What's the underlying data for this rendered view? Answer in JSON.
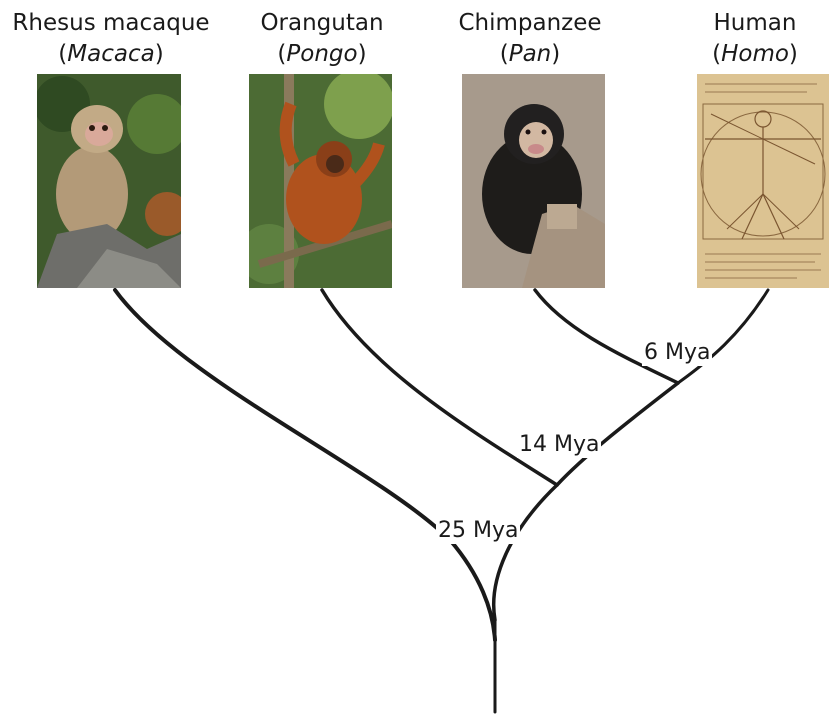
{
  "taxa": [
    {
      "common": "Rhesus macaque",
      "genus": "Macaca",
      "photo_icon": "rhesus-macaque-photo"
    },
    {
      "common": "Orangutan",
      "genus": "Pongo",
      "photo_icon": "orangutan-photo"
    },
    {
      "common": "Chimpanzee",
      "genus": "Pan",
      "photo_icon": "chimpanzee-photo"
    },
    {
      "common": "Human",
      "genus": "Homo",
      "photo_icon": "vitruvian-man-drawing"
    }
  ],
  "divergences": [
    {
      "label": "6 Mya"
    },
    {
      "label": "14 Mya"
    },
    {
      "label": "25 Mya"
    }
  ]
}
